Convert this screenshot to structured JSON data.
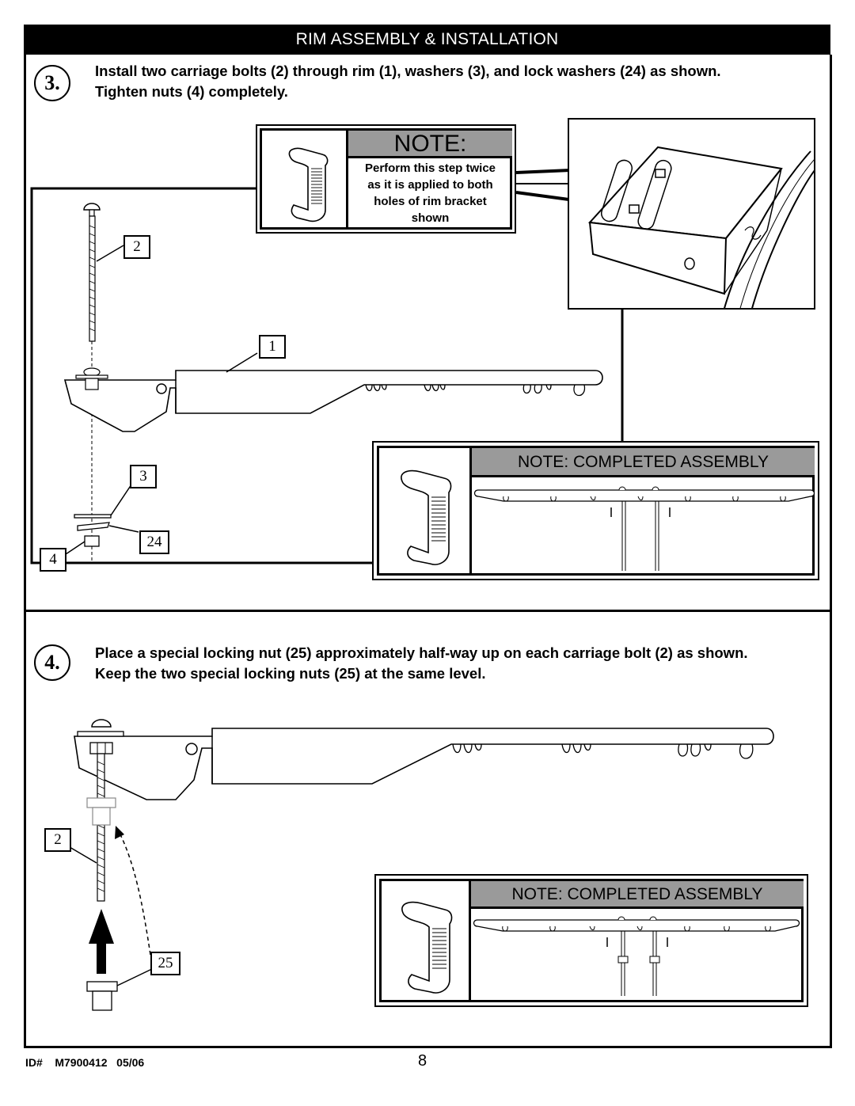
{
  "header": {
    "title": "RIM ASSEMBLY & INSTALLATION"
  },
  "step3": {
    "number": "3.",
    "line1": "Install two carriage bolts (2) through rim (1), washers (3), and lock washers (24) as shown.",
    "line2": "Tighten nuts (4) completely.",
    "note": {
      "title": "NOTE:",
      "lines": [
        "Perform this step twice",
        "as it is applied to both",
        "holes of rim bracket",
        "shown"
      ]
    },
    "callouts": {
      "bolt": "2",
      "rim": "1",
      "washer": "3",
      "lock_washer": "24",
      "nut": "4"
    },
    "completed_title": "NOTE: COMPLETED ASSEMBLY"
  },
  "step4": {
    "number": "4.",
    "line1": "Place a special locking nut (25) approximately half-way up on each carriage bolt (2) as shown.",
    "line2": "Keep the two special locking nuts (25) at the same level.",
    "callouts": {
      "bolt": "2",
      "locking_nut": "25"
    },
    "completed_title": "NOTE: COMPLETED ASSEMBLY"
  },
  "footer": {
    "id": "ID#    M7900412   05/06",
    "page": "8"
  }
}
